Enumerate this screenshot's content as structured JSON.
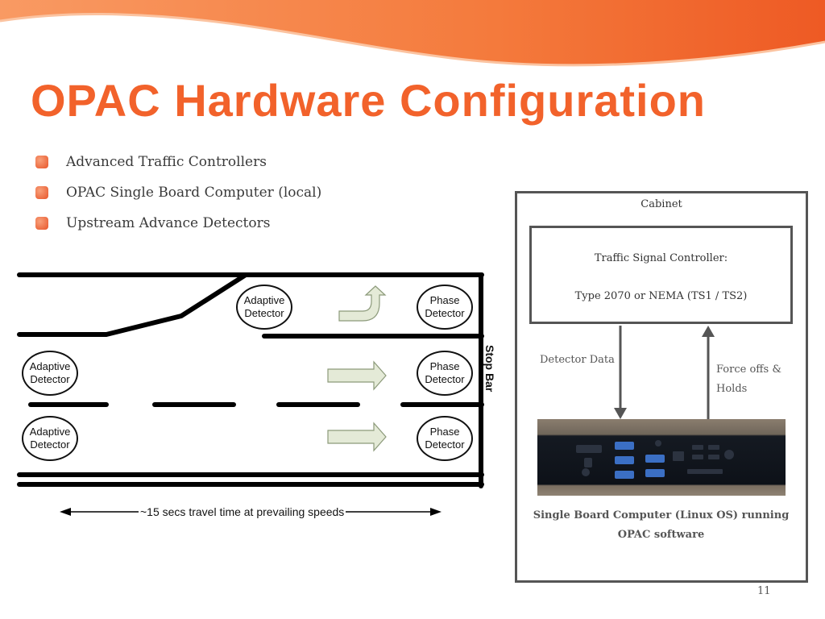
{
  "title": "OPAC Hardware Configuration",
  "bullets": [
    "Advanced Traffic Controllers",
    "OPAC Single Board Computer  (local)",
    "Upstream Advance Detectors"
  ],
  "diagram": {
    "top_lane_left": "Adaptive Detector",
    "top_lane_right": "Phase Detector",
    "middle_lane_left": "Adaptive Detector",
    "middle_lane_right": "Phase Detector",
    "bottom_lane_left": "Adaptive Detector",
    "bottom_lane_right": "Phase Detector",
    "stop_bar": "Stop Bar",
    "travel_time": "~15 secs travel time at prevailing speeds"
  },
  "cabinet": {
    "label": "Cabinet",
    "controller_line1": "Traffic Signal Controller:",
    "controller_line2": "Type 2070 or NEMA (TS1 / TS2)",
    "detector_data": "Detector Data",
    "force_offs": "Force offs & Holds",
    "sbc_caption": "Single Board Computer (Linux OS) running OPAC software"
  },
  "page_number": "11",
  "colors": {
    "accent": "#f2622b",
    "text": "#3a3a3a",
    "arrow_fill": "#e4ead7",
    "arrow_stroke": "#8c9a7a"
  }
}
